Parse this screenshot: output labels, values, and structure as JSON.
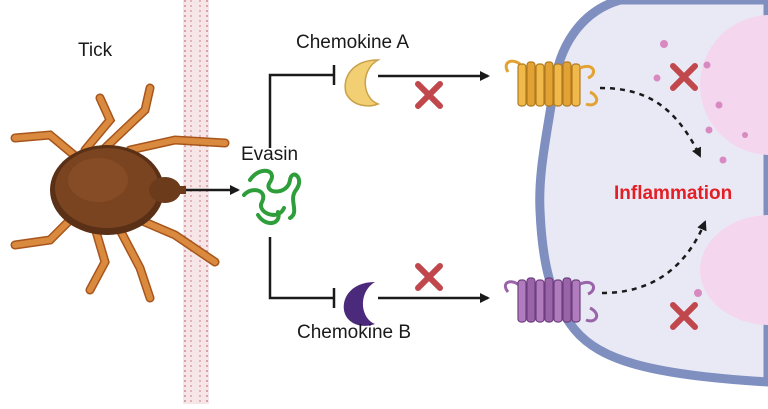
{
  "labels": {
    "tick": "Tick",
    "evasin": "Evasin",
    "chemokine_a": "Chemokine A",
    "chemokine_b": "Chemokine B",
    "inflammation": "Inflammation"
  },
  "colors": {
    "tick_body": "#6b3b1c",
    "tick_legs": "#c9772e",
    "evasin": "#2e9e3a",
    "chemokine_a": "#f3cf73",
    "chemokine_b": "#4b2a7c",
    "receptor_a": "#e3a334",
    "receptor_b": "#9a64a8",
    "cell_fill": "#e9e9f6",
    "cell_border": "#7f8fbf",
    "nucleus": "#f4d6ee",
    "block_x": "#c0484c",
    "inflammation_text": "#e31e24"
  },
  "icons": [
    "tick-icon",
    "skin-barrier-icon",
    "evasin-protein-icon",
    "chemokine-a-icon",
    "chemokine-b-icon",
    "receptor-a-icon",
    "receptor-b-icon",
    "blocked-x-icon",
    "cell-icon"
  ]
}
